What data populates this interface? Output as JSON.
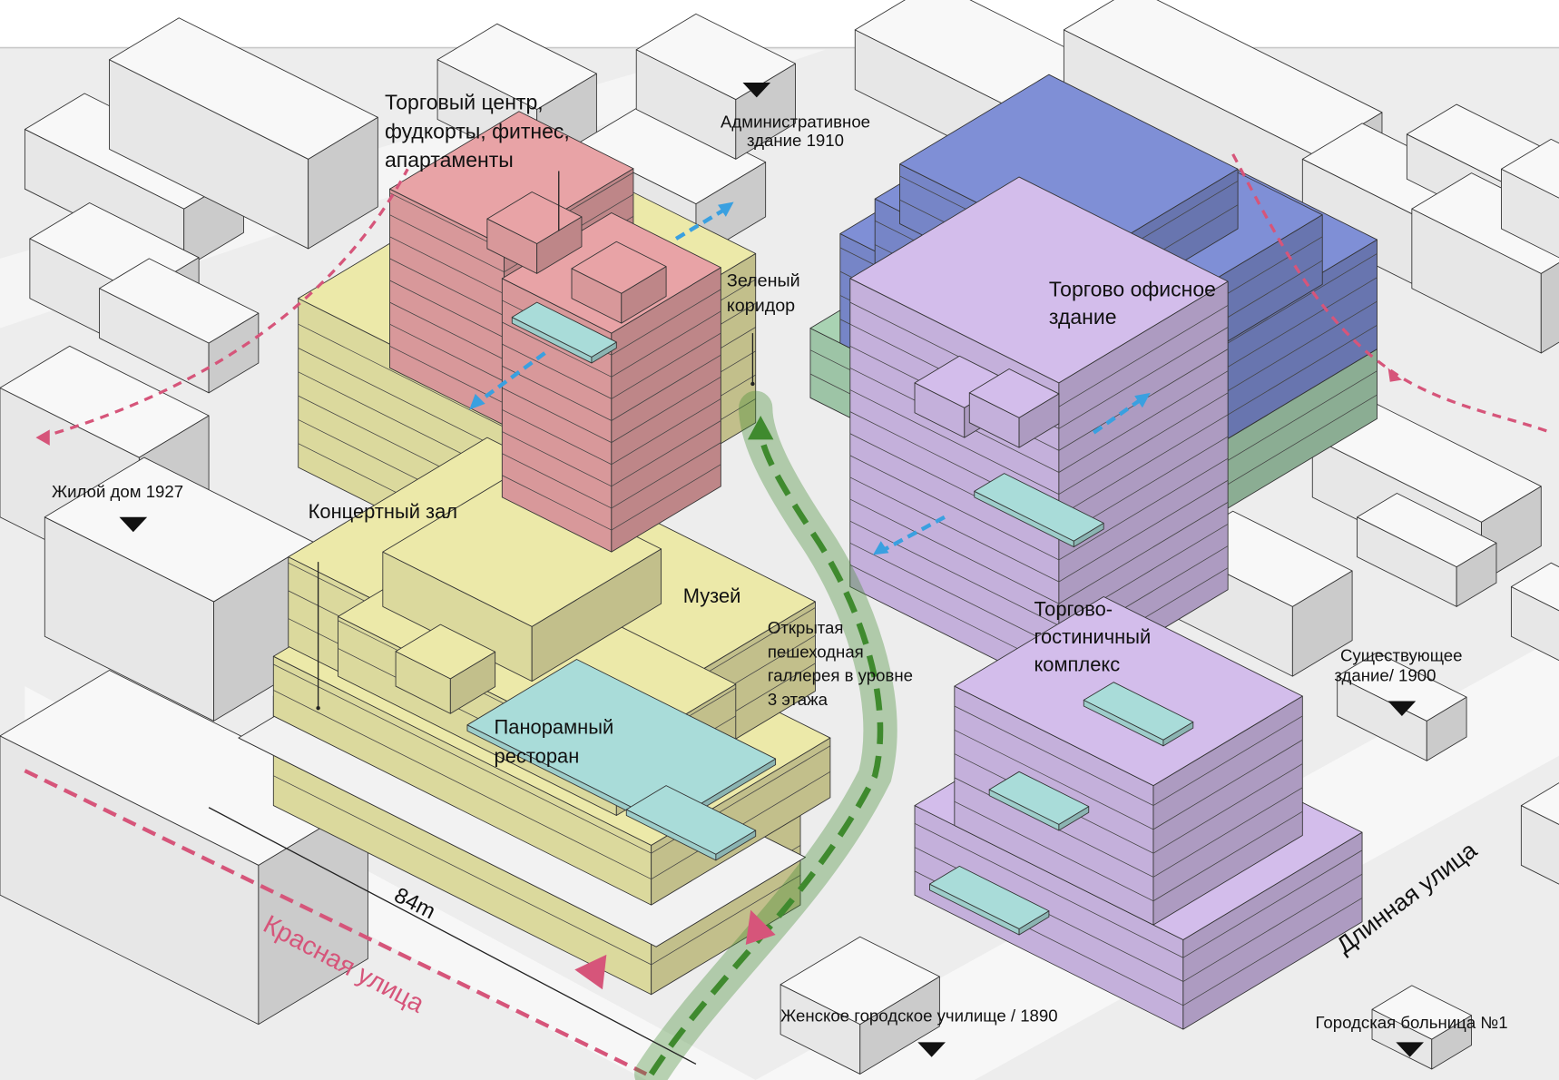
{
  "labels": {
    "mall": [
      "Торговый центр,",
      "фудкорты, фитнес,",
      "апартаменты"
    ],
    "admin": [
      "Административное",
      "здание 1910"
    ],
    "green_corridor": [
      "Зеленый",
      "коридор"
    ],
    "office": [
      "Торгово офисное",
      "здание"
    ],
    "residential": "Жилой дом 1927",
    "concert": "Концертный зал",
    "museum": "Музей",
    "gallery": [
      "Открытая",
      "пешеходная",
      "галлерея в уровне",
      "3 этажа"
    ],
    "hotel": [
      "Торгово-",
      "гостиничный",
      "комплекс"
    ],
    "existing": [
      "Существующее",
      "здание/ 1900"
    ],
    "restaurant": [
      "Панорамный",
      "ресторан"
    ],
    "dimension": "84m",
    "red_street": "Красная улица",
    "long_street": "Длинная улица",
    "school": "Женское городское училище / 1890",
    "hospital": "Городская больница №1"
  },
  "colors": {
    "pink": "#e8a3a6",
    "yellow": "#ece9a9",
    "blue": "#7f8fd6",
    "green": "#a9d3b3",
    "purple": "#d3bdeb",
    "glass": "#a9dcd9",
    "street_red": "#d6557a",
    "arrow_blue": "#3aa0e0",
    "corridor_green": "#3f8a2e"
  }
}
